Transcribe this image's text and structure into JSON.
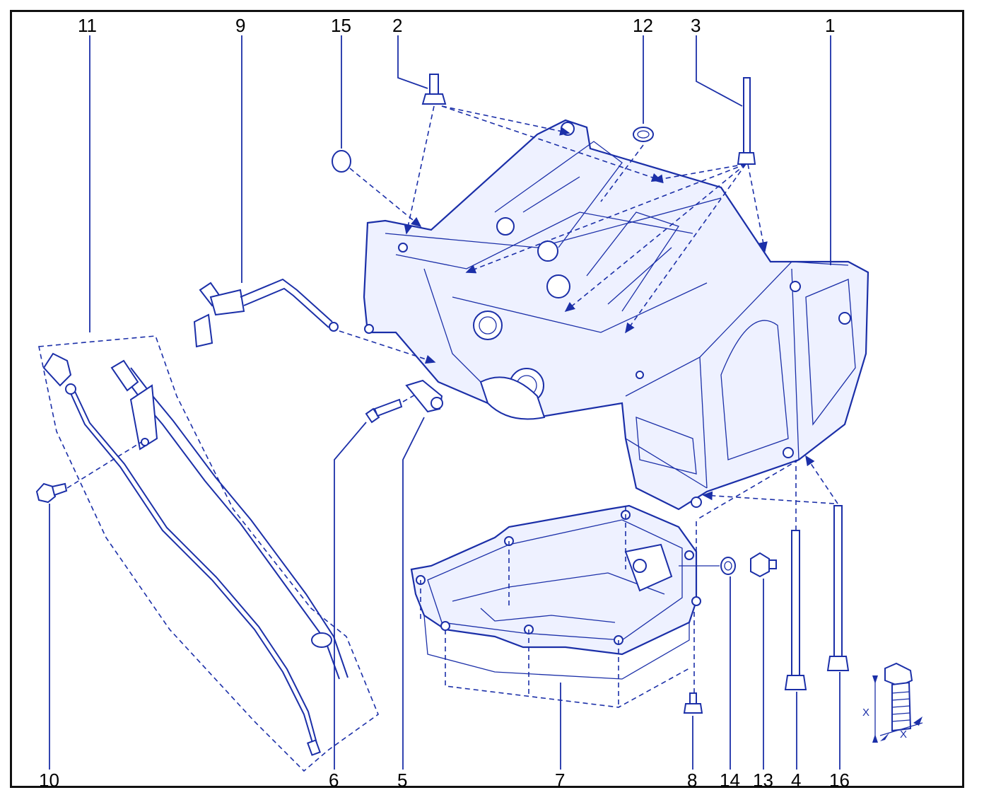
{
  "diagram": {
    "callouts": [
      {
        "id": "c11",
        "text": "11"
      },
      {
        "id": "c9",
        "text": "9"
      },
      {
        "id": "c15",
        "text": "15"
      },
      {
        "id": "c2",
        "text": "2"
      },
      {
        "id": "c12",
        "text": "12"
      },
      {
        "id": "c3",
        "text": "3"
      },
      {
        "id": "c1",
        "text": "1"
      },
      {
        "id": "c10",
        "text": "10"
      },
      {
        "id": "c6",
        "text": "6"
      },
      {
        "id": "c5",
        "text": "5"
      },
      {
        "id": "c7",
        "text": "7"
      },
      {
        "id": "c8",
        "text": "8"
      },
      {
        "id": "c14",
        "text": "14"
      },
      {
        "id": "c13",
        "text": "13"
      },
      {
        "id": "c4",
        "text": "4"
      },
      {
        "id": "c16",
        "text": "16"
      }
    ],
    "dimension_label": "X",
    "line_color": "#1b2fa8",
    "frame_color": "#111111"
  }
}
